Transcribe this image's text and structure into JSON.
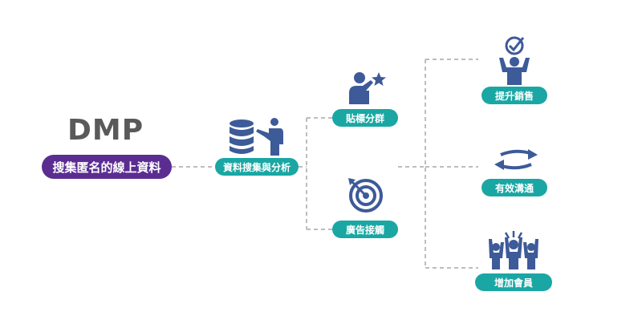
{
  "title": "DMP",
  "source_label": "搜集匿名的線上資料",
  "nodes": {
    "collect": "資料搜集與分析",
    "tagging": "貼標分群",
    "ad_touch": "廣告接觸",
    "sales": "提升銷售",
    "communication": "有效溝通",
    "members": "增加會員"
  },
  "colors": {
    "primary": "#5b2d91",
    "teal": "#1aa7a4",
    "icon": "#3d5a99",
    "connector": "#bdbdbd",
    "title": "#5a5a5a"
  },
  "icons": [
    "database-person-icon",
    "person-star-icon",
    "target-icon",
    "raise-hand-check-icon",
    "cycle-arrows-icon",
    "crowd-icon"
  ]
}
